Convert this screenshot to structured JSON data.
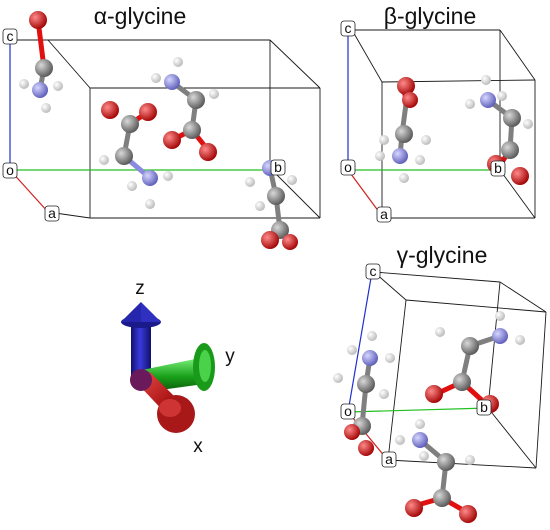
{
  "panels": {
    "alpha": {
      "title": "α-glycine"
    },
    "beta": {
      "title": "β-glycine"
    },
    "gamma": {
      "title": "γ-glycine"
    }
  },
  "cell_labels": {
    "a": "a",
    "b": "b",
    "c": "c",
    "origin": "o"
  },
  "axes_triad": {
    "x_label": "x",
    "y_label": "y",
    "z_label": "z"
  },
  "colors": {
    "carbon": "#7f7f7f",
    "oxygen": "#e01010",
    "nitrogen": "#8a8ae0",
    "hydrogen": "#f2f2f2",
    "axis_a": "#d02020",
    "axis_b": "#20c020",
    "axis_c": "#2030d0",
    "arrow_x": "#cc2222",
    "arrow_y": "#22cc22",
    "arrow_z": "#2222cc"
  }
}
